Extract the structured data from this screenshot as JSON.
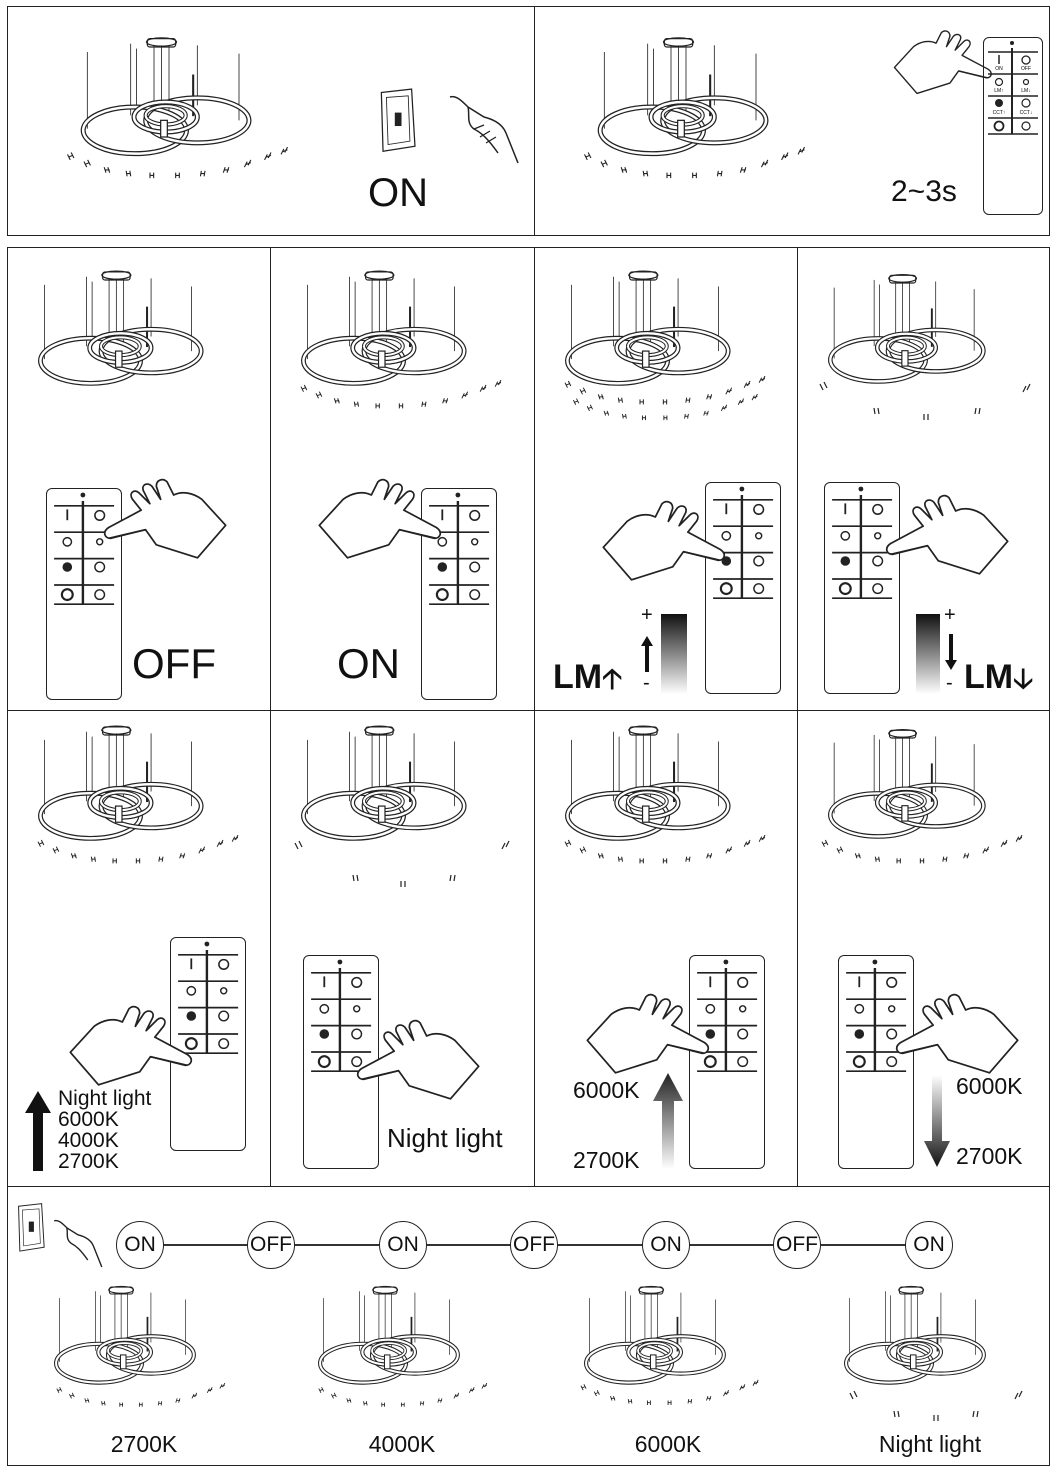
{
  "top": {
    "left_caption": "ON",
    "right_caption": "2~3s"
  },
  "remote_labels": {
    "on": "ON",
    "off": "OFF",
    "lm_up": "LM↑",
    "lm_down": "LM↓",
    "cct_up": "CCT↑",
    "cct_down": "CCT↓"
  },
  "row2": {
    "off_caption": "OFF",
    "on_caption": "ON",
    "lm_up_caption": "LM",
    "lm_down_caption": "LM",
    "plus": "+",
    "minus": "-"
  },
  "row3": {
    "p1_lines": [
      "Night light",
      "6000K",
      "4000K",
      "2700K"
    ],
    "p2_caption": "Night light",
    "p3_top": "6000K",
    "p3_bottom": "2700K",
    "p4_top": "6000K",
    "p4_bottom": "2700K"
  },
  "sequence": {
    "nodes": [
      "ON",
      "OFF",
      "ON",
      "OFF",
      "ON",
      "OFF",
      "ON"
    ],
    "lamp_labels": [
      "2700K",
      "4000K",
      "6000K",
      "Night light"
    ]
  },
  "icons": {
    "hand": "pointing-hand-icon",
    "wall_switch": "wall-switch-icon",
    "remote": "remote-control-icon",
    "chandelier": "ring-chandelier-icon"
  },
  "colors": {
    "ink": "#111111",
    "line": "#222222"
  }
}
